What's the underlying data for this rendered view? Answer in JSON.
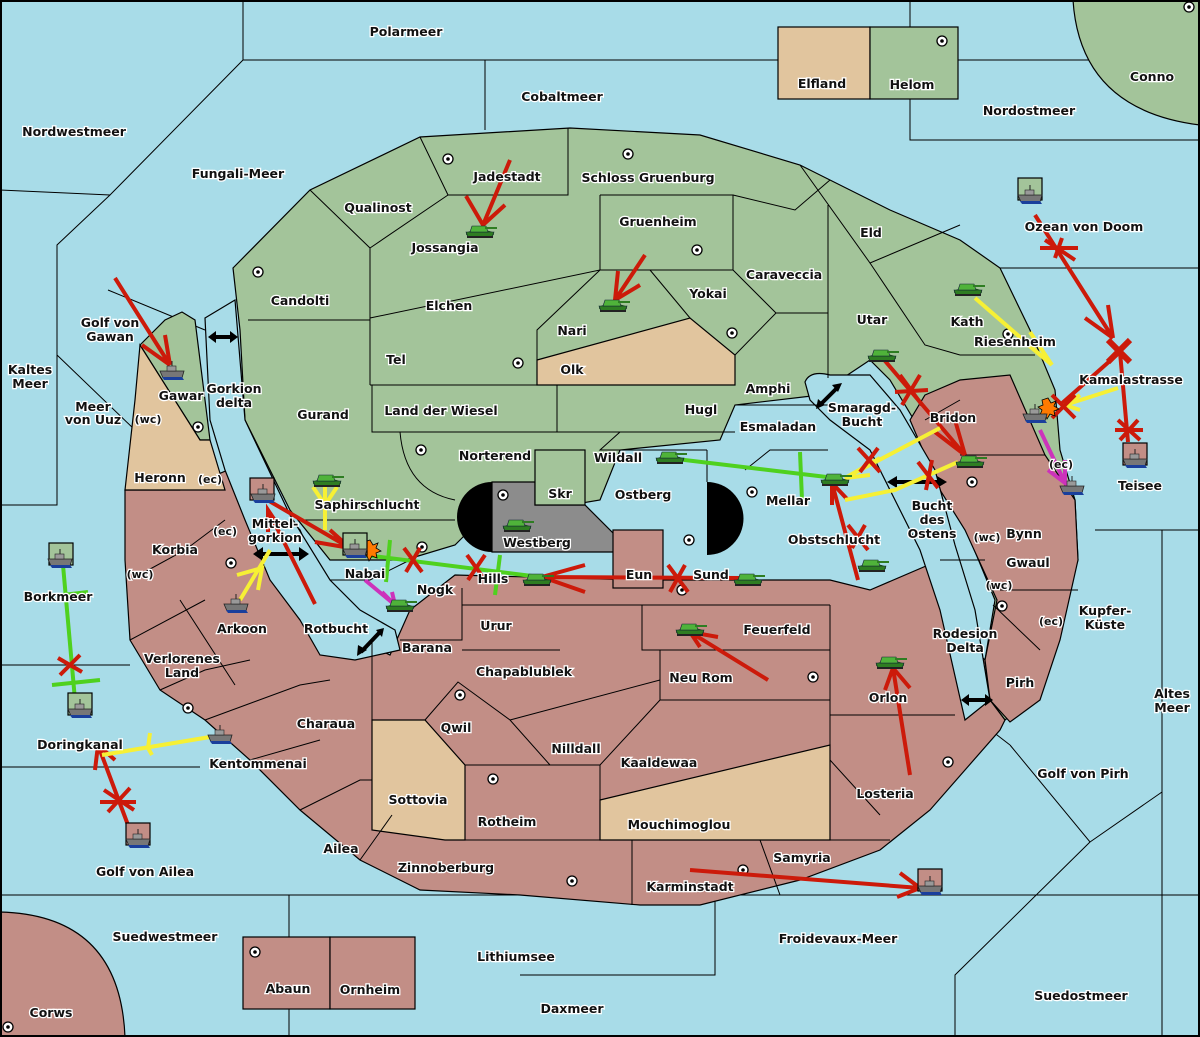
{
  "game": "Diplomacy variant map",
  "colors": {
    "sea": "#a8dce8",
    "power_green": "#a3c49a",
    "power_red": "#c28e86",
    "neutral_tan": "#e1c59e",
    "impassable_gray": "#8c8c8c",
    "order_move": "#cc1a0a",
    "order_support": "#f6f035",
    "order_hold_green": "#4fd11f",
    "order_convoy": "#cc33bb"
  },
  "labels": {
    "polarmeer": "Polarmeer",
    "cobaltmeer": "Cobaltmeer",
    "nordwestmeer": "Nordwestmeer",
    "fungali_meer": "Fungali-Meer",
    "elfland": "Elfland",
    "helom": "Helom",
    "conno": "Conno",
    "nordostmeer": "Nordostmeer",
    "ozean_von_doom": "Ozean von Doom",
    "qualinost": "Qualinost",
    "jadestadt": "Jadestadt",
    "schloss_gruenburg": "Schloss Gruenburg",
    "gruenheim": "Gruenheim",
    "jossangia": "Jossangia",
    "eld": "Eld",
    "caraveccia": "Caraveccia",
    "candolti": "Candolti",
    "elchen": "Elchen",
    "yokai": "Yokai",
    "nari": "Nari",
    "utar": "Utar",
    "kath": "Kath",
    "golf_von_gawan_1": "Golf von",
    "golf_von_gawan_2": "Gawan",
    "tel": "Tel",
    "olk": "Olk",
    "riesenheim": "Riesenheim",
    "kamalastrasse": "Kamalastrasse",
    "kaltes_meer_1": "Kaltes",
    "kaltes_meer_2": "Meer",
    "gawar": "Gawar",
    "gorkion_delta_1": "Gorkion",
    "gorkion_delta_2": "delta",
    "amphi": "Amphi",
    "meer_von_uuz_1": "Meer",
    "meer_von_uuz_2": "von Uuz",
    "gurand": "Gurand",
    "land_der_wiesel": "Land der Wiesel",
    "hugl": "Hugl",
    "smaragd_bucht_1": "Smaragd-",
    "smaragd_bucht_2": "Bucht",
    "bridon": "Bridon",
    "esmaladan": "Esmaladan",
    "heronn": "Heronn",
    "norterend": "Norterend",
    "wildall": "Wildall",
    "teisee": "Teisee",
    "skr": "Skr",
    "ostberg": "Ostberg",
    "mellar": "Mellar",
    "saphirschlucht": "Saphirschlucht",
    "bucht_des_ostens_1": "Bucht",
    "bucht_des_ostens_2": "des",
    "bucht_des_ostens_3": "Ostens",
    "mittelgorkion_1": "Mittel-",
    "mittelgorkion_2": "gorkion",
    "westberg": "Westberg",
    "korbia": "Korbia",
    "nabai": "Nabai",
    "obstschlucht": "Obstschlucht",
    "bynn": "Bynn",
    "nogk": "Nogk",
    "hills": "Hills",
    "eun": "Eun",
    "sund": "Sund",
    "gwaul": "Gwaul",
    "borkmeer": "Borkmeer",
    "kupfer_kueste_1": "Kupfer-",
    "kupfer_kueste_2": "Küste",
    "arkoon": "Arkoon",
    "rotbucht": "Rotbucht",
    "urur": "Urur",
    "feuerfeld": "Feuerfeld",
    "rodesion_delta_1": "Rodesion",
    "rodesion_delta_2": "Delta",
    "barana": "Barana",
    "verlorenes_land_1": "Verlorenes",
    "verlorenes_land_2": "Land",
    "chapablublek": "Chapablublek",
    "neu_rom": "Neu Rom",
    "pirh": "Pirh",
    "orlon": "Orlon",
    "altes_meer_1": "Altes",
    "altes_meer_2": "Meer",
    "charaua": "Charaua",
    "qwil": "Qwil",
    "doringkanal": "Doringkanal",
    "nilldall": "Nilldall",
    "kentommenai": "Kentommenai",
    "kaaldewaa": "Kaaldewaa",
    "golf_von_pirh": "Golf von Pirh",
    "sottovia": "Sottovia",
    "losteria": "Losteria",
    "rotheim": "Rotheim",
    "mouchimoglou": "Mouchimoglou",
    "ailea": "Ailea",
    "samyria": "Samyria",
    "zinnoberburg": "Zinnoberburg",
    "golf_von_ailea": "Golf von Ailea",
    "karminstadt": "Karminstadt",
    "suedwestmeer": "Suedwestmeer",
    "froidevaux_meer": "Froidevaux-Meer",
    "lithiumsee": "Lithiumsee",
    "abaun": "Abaun",
    "ornheim": "Ornheim",
    "suedostmeer": "Suedostmeer",
    "daxmeer": "Daxmeer",
    "corws": "Corws"
  },
  "coast_labels": {
    "wc": "(wc)",
    "ec": "(ec)"
  },
  "units": [
    {
      "type": "army",
      "power": "green",
      "location": "Jossangia"
    },
    {
      "type": "army",
      "power": "green",
      "location": "Nari"
    },
    {
      "type": "army",
      "power": "green",
      "location": "Kath"
    },
    {
      "type": "army",
      "power": "green",
      "location": "Utar"
    },
    {
      "type": "army",
      "power": "green",
      "location": "Wildall"
    },
    {
      "type": "army",
      "power": "green",
      "location": "Westberg"
    },
    {
      "type": "army",
      "power": "green",
      "location": "Mellar"
    },
    {
      "type": "army",
      "power": "green",
      "location": "Bridon"
    },
    {
      "type": "army",
      "power": "green",
      "location": "Saphirschlucht"
    },
    {
      "type": "army",
      "power": "green",
      "location": "Nogk"
    },
    {
      "type": "army",
      "power": "green",
      "location": "Hills"
    },
    {
      "type": "army",
      "power": "green",
      "location": "Sund"
    },
    {
      "type": "army",
      "power": "green",
      "location": "Obstschlucht"
    },
    {
      "type": "army",
      "power": "green",
      "location": "Feuerfeld"
    },
    {
      "type": "army",
      "power": "green",
      "location": "Orlon"
    },
    {
      "type": "fleet",
      "power": "green",
      "location": "Ozean von Doom"
    },
    {
      "type": "fleet",
      "power": "green",
      "location": "Gawar"
    },
    {
      "type": "fleet",
      "power": "green",
      "location": "Riesenheim"
    },
    {
      "type": "fleet",
      "power": "green",
      "location": "Bynn (ec)"
    },
    {
      "type": "fleet",
      "power": "green",
      "location": "Arkoon"
    },
    {
      "type": "fleet",
      "power": "green",
      "location": "Kentommenai"
    },
    {
      "type": "fleet",
      "power": "green",
      "location": "Nabai",
      "owner_flag": "green",
      "dislodged": true
    },
    {
      "type": "fleet",
      "power": "red",
      "location": "Mittelgorkion",
      "owner_flag": "red"
    },
    {
      "type": "fleet",
      "power": "green",
      "location": "Borkmeer",
      "owner_flag": "green"
    },
    {
      "type": "fleet",
      "power": "green",
      "location": "Doringkanal",
      "owner_flag": "green"
    },
    {
      "type": "fleet",
      "power": "red",
      "location": "Golf von Ailea",
      "owner_flag": "red"
    },
    {
      "type": "fleet",
      "power": "red",
      "location": "Teisee",
      "owner_flag": "red"
    },
    {
      "type": "fleet",
      "power": "red",
      "location": "Froidevaux-Meer",
      "owner_flag": "red"
    }
  ]
}
